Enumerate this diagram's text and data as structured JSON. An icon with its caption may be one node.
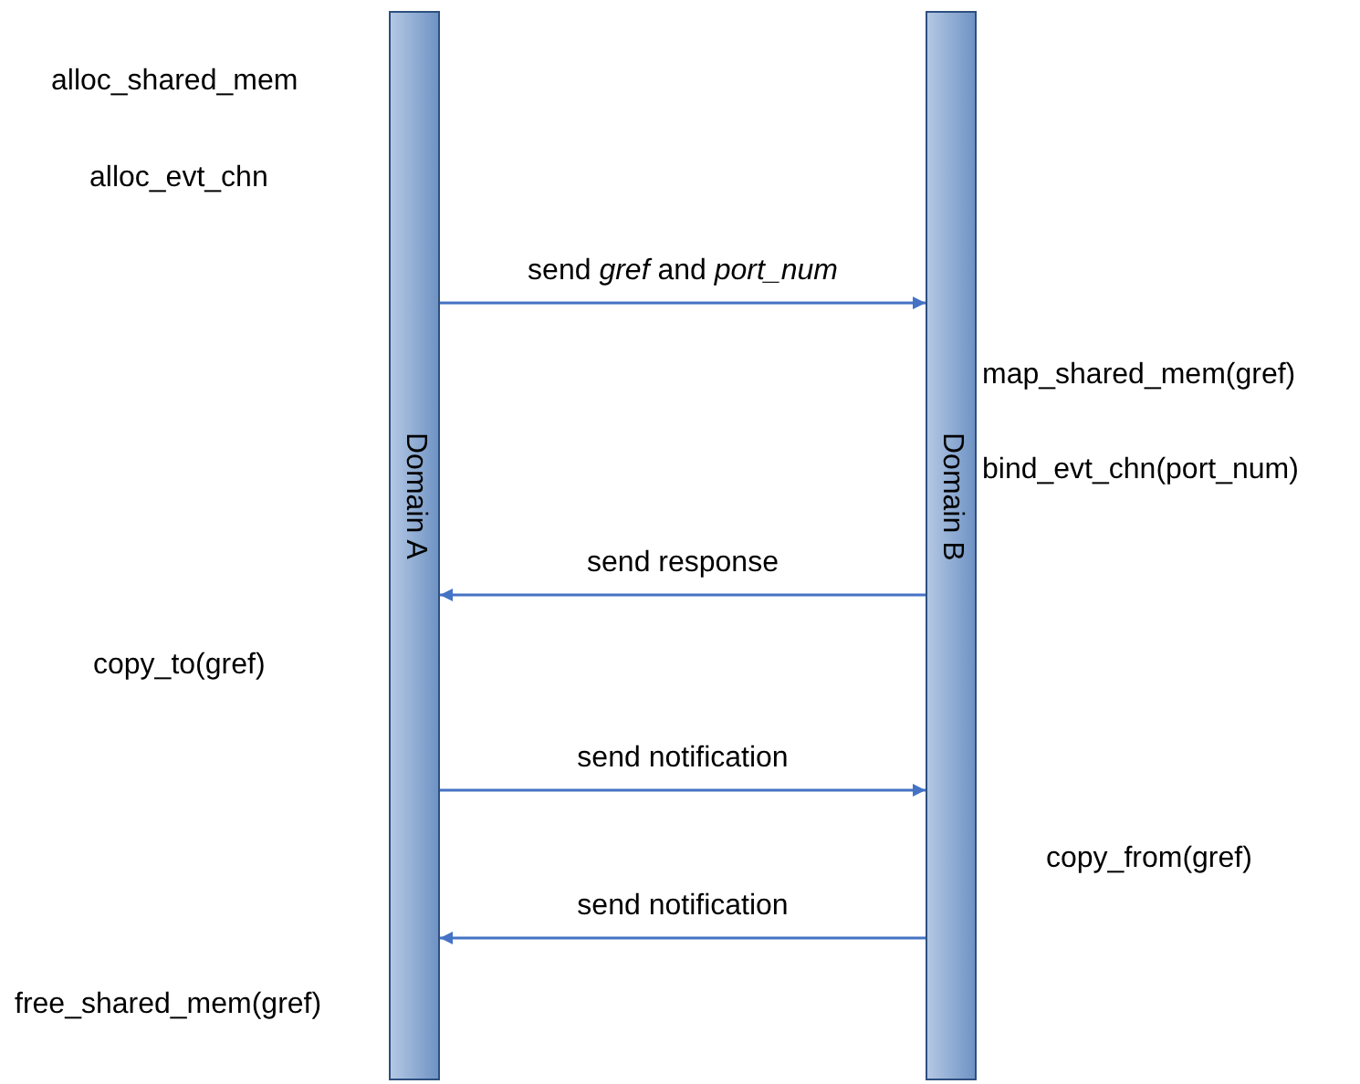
{
  "diagram": {
    "nodes": [
      {
        "text": [
          "Domain A"
        ]
      },
      {
        "text": [
          "Domain B"
        ]
      }
    ],
    "edges": [
      {
        "from": 0,
        "to": 1,
        "arrow": "to",
        "label": "send *gref* and *port_num*"
      },
      {
        "from": 1,
        "to": 0,
        "arrow": "to",
        "label": "send response"
      },
      {
        "from": 0,
        "to": 1,
        "arrow": "to",
        "label": "send notification"
      },
      {
        "from": 1,
        "to": 0,
        "arrow": "to",
        "label": "send notification"
      }
    ],
    "labels": [
      "alloc_shared_mem",
      "alloc_evt_chn",
      "map_shared_mem(gref)",
      "bind_evt_chn(port_num)",
      "copy_to(gref)",
      "copy_from(gref)",
      "free_shared_mem(gref)"
    ]
  }
}
